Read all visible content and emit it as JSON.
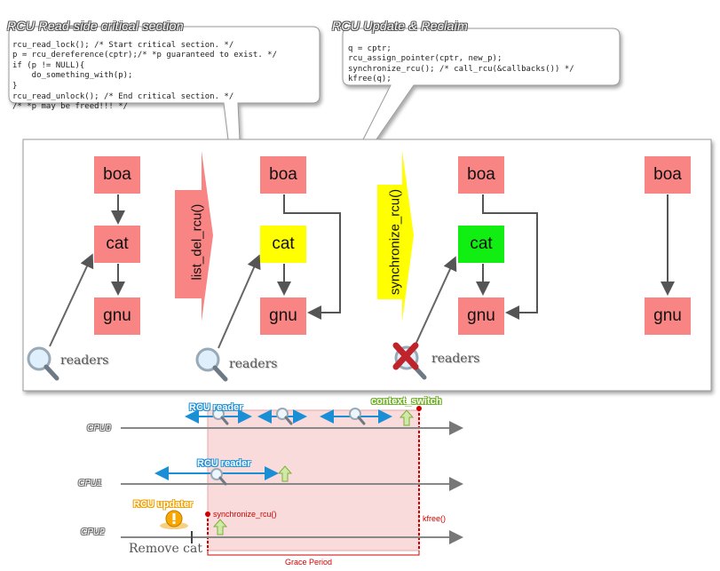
{
  "read_side": {
    "title": "RCU Read-side critical section",
    "code": [
      "rcu_read_lock(); /* Start critical section. */",
      "p = rcu_dereference(cptr);/* *p guaranteed to exist. */",
      "if (p != NULL){",
      "    do_something_with(p);",
      "}",
      "rcu_read_unlock(); /* End critical section. */",
      "/* *p may be freed!!! */"
    ]
  },
  "update_side": {
    "title": "RCU Update & Reclaim",
    "code": [
      "q = cptr;",
      "rcu_assign_pointer(cptr, new_p);",
      "synchronize_rcu(); /* call_rcu(&callbacks()) */",
      "kfree(q);"
    ]
  },
  "stages": [
    {
      "boa": "boa",
      "cat": "cat",
      "gnu": "gnu",
      "cat_color": "#f98484",
      "readers": "readers"
    },
    {
      "boa": "boa",
      "cat": "cat",
      "gnu": "gnu",
      "cat_color": "#ffff00",
      "readers": "readers"
    },
    {
      "boa": "boa",
      "cat": "cat",
      "gnu": "gnu",
      "cat_color": "#11ee11",
      "readers": "readers"
    },
    {
      "boa": "boa",
      "gnu": "gnu"
    }
  ],
  "transitions": {
    "first": "list_del_rcu()",
    "second": "synchronize_rcu()"
  },
  "timeline": {
    "cpus": [
      "CPU0",
      "CPU1",
      "CPU2"
    ],
    "rcu_reader_1": "RCU reader",
    "rcu_reader_2": "RCU reader",
    "context_switch": "context_switch",
    "rcu_updater": "RCU updater",
    "synchronize": "synchronize_rcu()",
    "kfree": "kfree()",
    "remove_cat": "Remove cat",
    "grace_period": "Grace Period"
  },
  "colors": {
    "node": "#f98484",
    "cat_removed": "#ffff00",
    "cat_reclaimed": "#11ee11",
    "grace_fill": "#f8d7d7",
    "grace_border": "#d00000",
    "reader_arrow": "#1a8fd6",
    "timeline_axis": "#888888"
  }
}
